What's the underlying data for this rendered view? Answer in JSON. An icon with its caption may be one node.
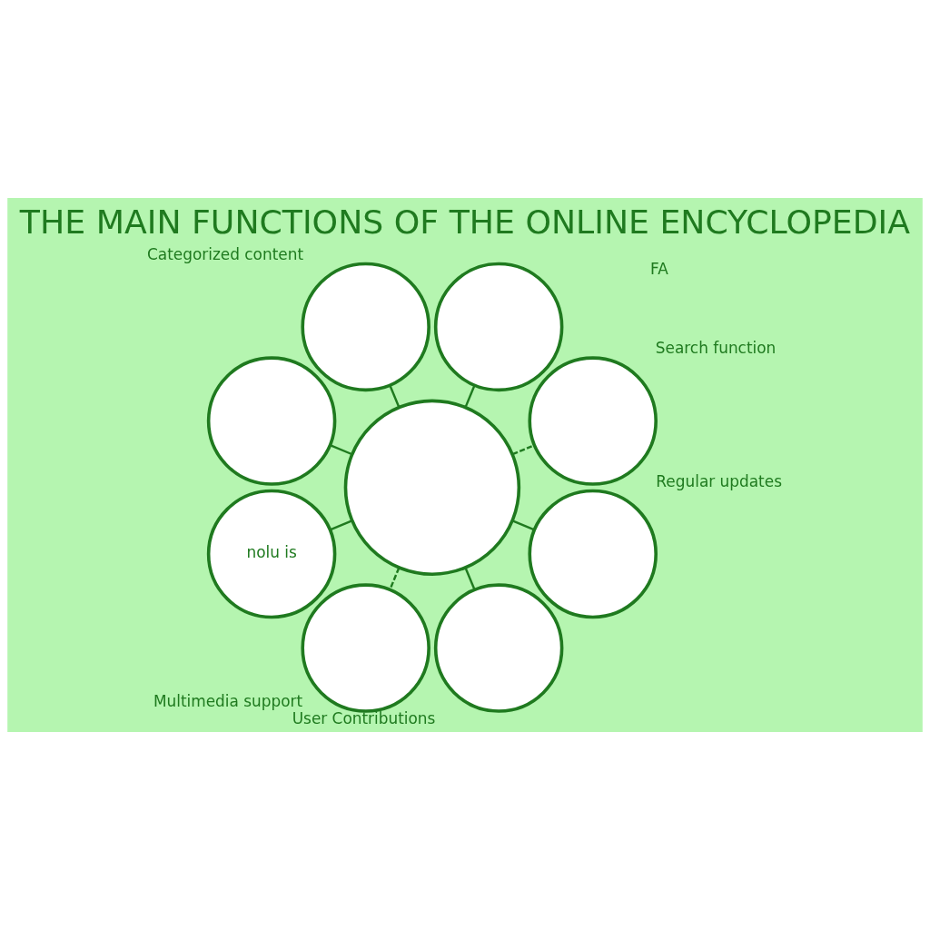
{
  "diagram": {
    "title": "THE MAIN FUNCTIONS OF THE ONLINE ENCYCLOPEDIA",
    "nodes": [
      {
        "text": [],
        "shape": "circle",
        "beside": [
          "Search function"
        ]
      },
      {
        "text": [],
        "shape": "circle"
      },
      {
        "text": [],
        "shape": "circle",
        "beside": [
          "Categorized content"
        ]
      },
      {
        "text": [],
        "shape": "circle"
      },
      {
        "text": [],
        "shape": "circle"
      },
      {
        "text": [
          "nolu is"
        ]
      },
      {
        "text": [],
        "shape": "circle",
        "beside": [
          "Multimedia support"
        ]
      },
      {
        "text": [],
        "shape": "circle",
        "beside": [
          "User Contributions"
        ]
      },
      {
        "text": [],
        "shape": "circle",
        "beside": [
          "Regular updates"
        ]
      }
    ],
    "edges": [
      {
        "from": 3,
        "to": 0,
        "arrow": "none",
        "style": "dashed"
      },
      {
        "from": 3,
        "to": 1,
        "arrow": "none"
      },
      {
        "from": 3,
        "to": 2,
        "arrow": "none"
      },
      {
        "from": 3,
        "to": 4,
        "arrow": "none"
      },
      {
        "from": 3,
        "to": 5,
        "arrow": "none"
      },
      {
        "from": 3,
        "to": 6,
        "arrow": "none",
        "style": "dashed"
      },
      {
        "from": 3,
        "to": 7,
        "arrow": "none"
      },
      {
        "from": 3,
        "to": 8,
        "arrow": "none"
      }
    ],
    "labels": [
      "FA"
    ]
  }
}
